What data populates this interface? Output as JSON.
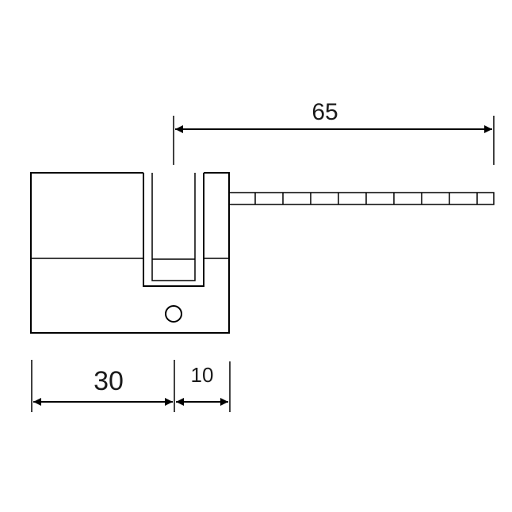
{
  "dimensions": {
    "key_length": "65",
    "body_length": "30",
    "cam_width": "10"
  }
}
